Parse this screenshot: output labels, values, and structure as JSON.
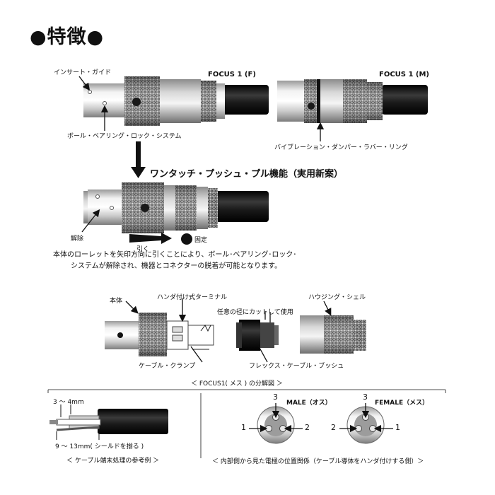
{
  "heading": "●特徴●",
  "section_features": {
    "focus_f_label": "FOCUS 1 (F)",
    "focus_m_label": "FOCUS 1 (M)",
    "insert_guide": "インサート・ガイド",
    "ball_lock_system": "ボール・ベアリング・ロック・システム",
    "vibration_ring": "バイブレーション・ダンパー・ラバー・リング",
    "push_pull": "ワンタッチ・プッシュ・プル機能（実用新案）",
    "release": "解除",
    "pull": "引く",
    "fixed": "固定",
    "description_line1": "本体のローレットを矢印方向に引くことにより、ボール･ベアリング･ロック･",
    "description_line2": "システムが解除され、機器とコネクターの脱着が可能となります。"
  },
  "section_exploded": {
    "body": "本体",
    "solder_terminal": "ハンダ付け式ターミナル",
    "cut_note": "任意の径にカットして使用",
    "housing_shell": "ハウジング・シェル",
    "cable_clamp": "ケーブル・クランプ",
    "flex_bush": "フレックス・ケーブル・ブッシュ",
    "caption": "＜ FOCUS1( メス ) の分解図 ＞"
  },
  "section_cable": {
    "dim1": "3 〜 4mm",
    "dim2": "9 〜 13mm( シールドを揃る )",
    "caption": "＜ ケーブル端末処理の参考例 ＞"
  },
  "section_pins": {
    "male_label": "MALE（オス）",
    "female_label": "FEMALE（メス）",
    "male_pins": [
      "3",
      "1",
      "2"
    ],
    "female_pins": [
      "3",
      "2",
      "1"
    ],
    "caption": "＜ 内部側から見た電極の位置関係（ケーブル導体をハンダ付けする側）＞"
  },
  "colors": {
    "ink": "#111111",
    "metal_light": "#e6e6e6",
    "metal_mid": "#b5b5b5",
    "metal_dark": "#7a7a7a",
    "cable": "#1a1a1a"
  }
}
